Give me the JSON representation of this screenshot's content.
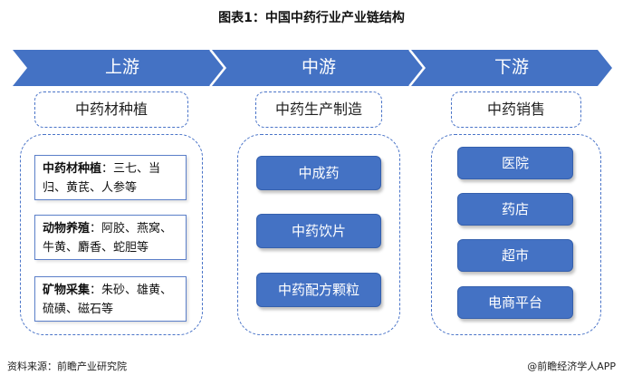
{
  "title": "图表1：中国中药行业产业链结构",
  "stages": [
    {
      "label": "上游",
      "header": "中药材种植"
    },
    {
      "label": "中游",
      "header": "中药生产制造"
    },
    {
      "label": "下游",
      "header": "中药销售"
    }
  ],
  "upstream_cards": [
    {
      "heading": "中药材种植",
      "text": "：三七、当归、黄芪、人参等"
    },
    {
      "heading": "动物养殖",
      "text": "：阿胶、燕窝、牛黄、麝香、蛇胆等"
    },
    {
      "heading": "矿物采集",
      "text": "：朱砂、雄黄、硫磺、磁石等"
    }
  ],
  "midstream_items": [
    "中成药",
    "中药饮片",
    "中药配方颗粒"
  ],
  "downstream_items": [
    "医院",
    "药店",
    "超市",
    "电商平台"
  ],
  "footer": {
    "source": "资料来源：前瞻产业研究院",
    "brand": "@前瞻经济学人APP"
  },
  "colors": {
    "arrow": "#4472c4",
    "accent": "#4a74c8"
  }
}
